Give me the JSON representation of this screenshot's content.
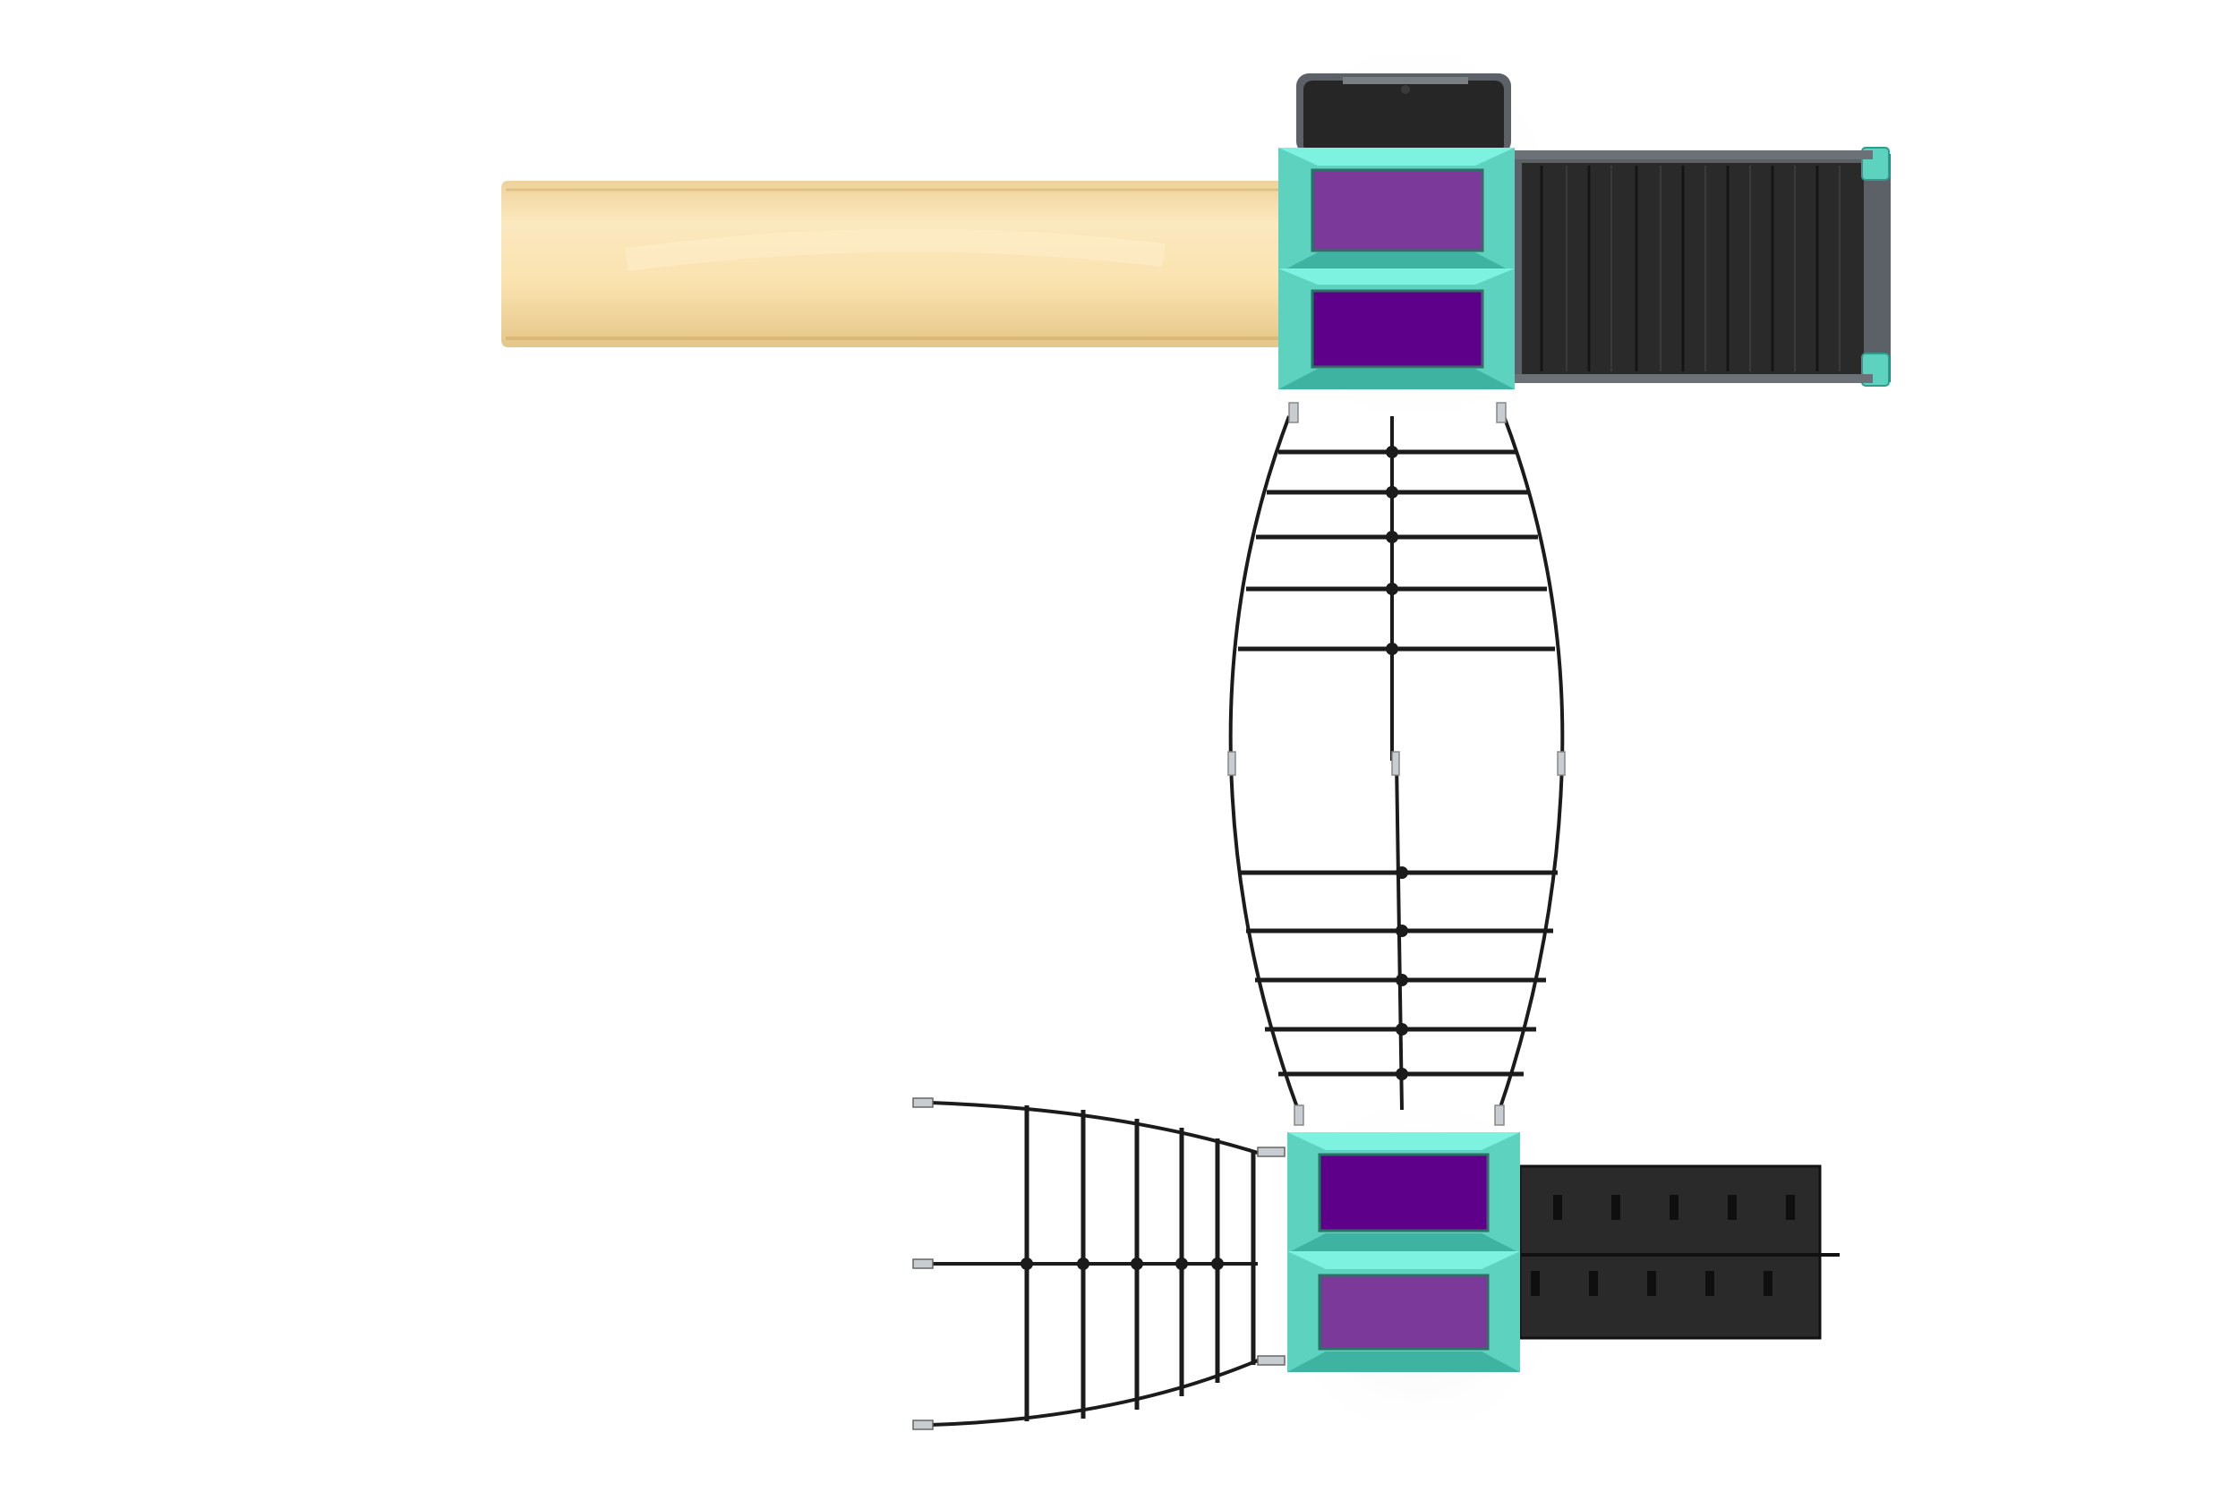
{
  "view": "top-down plan",
  "colors": {
    "background": "#ffffff",
    "slide": "#f7dfaa",
    "slide_shade": "#e7c98e",
    "deck_teal": "#5dd2bf",
    "deck_teal_light": "#7ef2e0",
    "deck_teal_dark": "#3fb3a2",
    "roof_purple": "#7b3a9a",
    "roof_purple_dark": "#5e008a",
    "panel_black": "#2a2a2a",
    "panel_line": "#161616",
    "frame_gray": "#5b6166",
    "rope": "#1b1b1b",
    "connector": "#c7cdd1"
  },
  "components": [
    {
      "kind": "tube-slide",
      "count": 1
    },
    {
      "kind": "platform-deck",
      "count": 4
    },
    {
      "kind": "rock-wall",
      "count": 1
    },
    {
      "kind": "climbing-wall",
      "count": 1
    },
    {
      "kind": "rope-bridge",
      "count": 1
    },
    {
      "kind": "cargo-net",
      "count": 1
    },
    {
      "kind": "roof-canopy",
      "count": 4
    }
  ]
}
